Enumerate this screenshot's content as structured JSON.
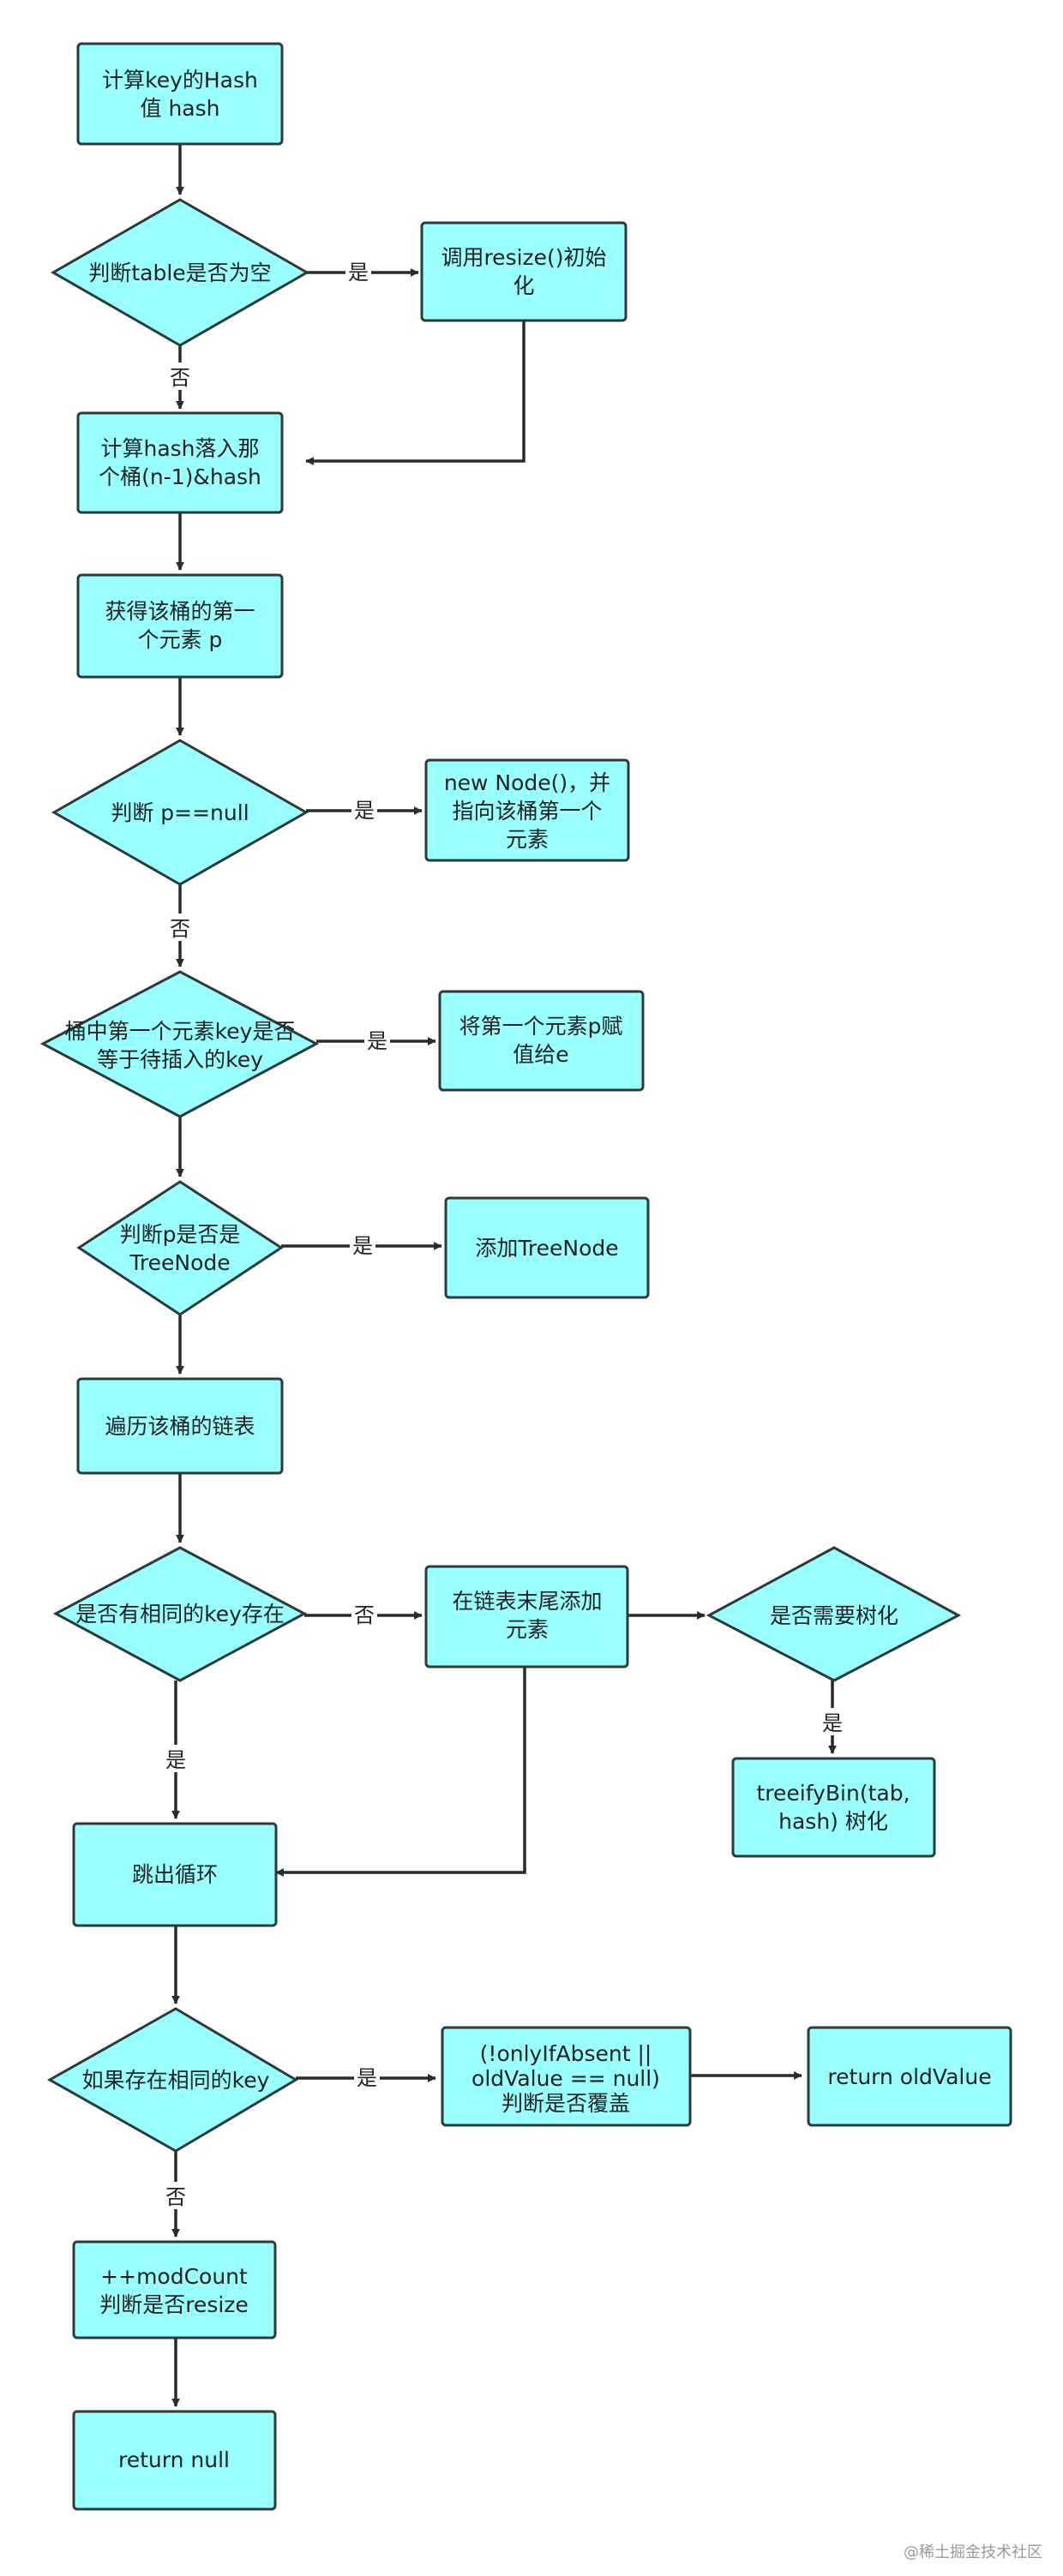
{
  "nodes": {
    "calc_hash": {
      "lines": [
        "计算key的Hash",
        "值  hash"
      ]
    },
    "check_table": {
      "lines": [
        "判断table是否为空"
      ]
    },
    "resize_init": {
      "lines": [
        "调用resize()初始",
        "化"
      ]
    },
    "calc_bucket": {
      "lines": [
        "计算hash落入那",
        "个桶(n-1)&hash"
      ]
    },
    "get_first": {
      "lines": [
        "获得该桶的第一",
        "个元素 p"
      ]
    },
    "check_null": {
      "lines": [
        "判断 p==null"
      ]
    },
    "new_node": {
      "lines": [
        "new Node()，并",
        "指向该桶第一个",
        "元素"
      ]
    },
    "check_key_eq": {
      "lines": [
        "桶中第一个元素key是否",
        "等于待插入的key"
      ]
    },
    "assign_e": {
      "lines": [
        "将第一个元素p赋",
        "值给e"
      ]
    },
    "check_treenode": {
      "lines": [
        "判断p是否是",
        "TreeNode"
      ]
    },
    "add_treenode": {
      "lines": [
        "添加TreeNode"
      ]
    },
    "traverse": {
      "lines": [
        "遍历该桶的链表"
      ]
    },
    "check_same_key": {
      "lines": [
        "是否有相同的key存在"
      ]
    },
    "append_tail": {
      "lines": [
        "在链表末尾添加",
        "元素"
      ]
    },
    "check_treeify": {
      "lines": [
        "是否需要树化"
      ]
    },
    "treeify": {
      "lines": [
        "treeifyBin(tab,",
        "hash) 树化"
      ]
    },
    "break_loop": {
      "lines": [
        "跳出循环"
      ]
    },
    "if_exists": {
      "lines": [
        "如果存在相同的key"
      ]
    },
    "check_overwrite": {
      "lines": [
        "(!onlyIfAbsent ||",
        "oldValue == null)",
        "判断是否覆盖"
      ]
    },
    "return_old": {
      "lines": [
        "return oldValue"
      ]
    },
    "modcount": {
      "lines": [
        "++modCount",
        "判断是否resize"
      ]
    },
    "return_null": {
      "lines": [
        "return null"
      ]
    }
  },
  "edge_labels": {
    "yes": "是",
    "no": "否"
  },
  "colors": {
    "node_fill": "#99ffff",
    "node_stroke": "#2b3a3a",
    "edge": "#2b2b2b"
  },
  "watermark": "@稀土掘金技术社区"
}
